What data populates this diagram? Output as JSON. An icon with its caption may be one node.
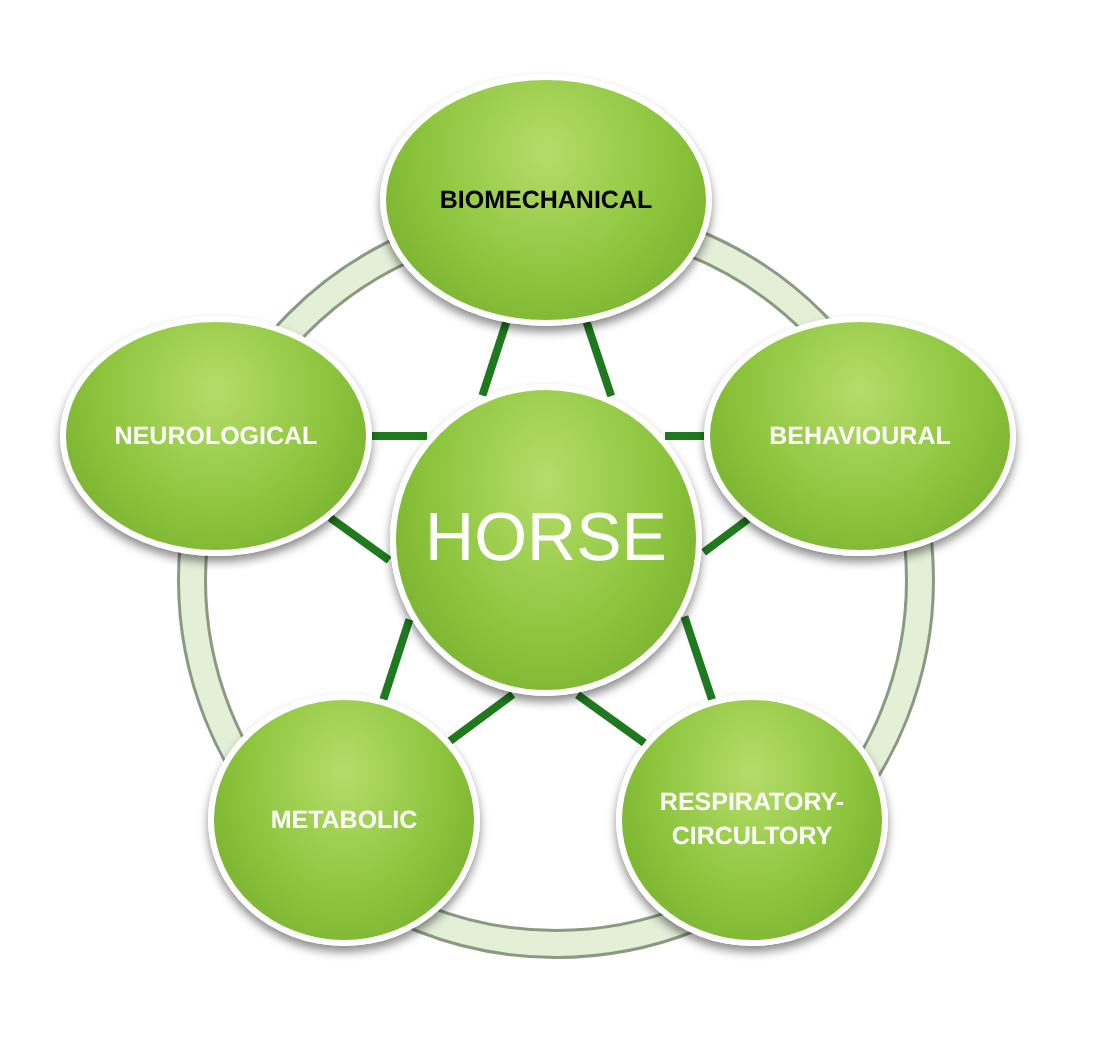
{
  "diagram": {
    "nodes": [
      {
        "text": [
          "BIOMECHANICAL"
        ]
      },
      {
        "text": [
          "NEUROLOGICAL"
        ]
      },
      {
        "text": [
          "HORSE"
        ]
      },
      {
        "text": [
          "BEHAVIOURAL"
        ]
      },
      {
        "text": [
          "METABOLIC"
        ]
      },
      {
        "text": [
          "RESPIRATORY-CIRCULTORY"
        ]
      }
    ],
    "edges": [
      {
        "from": 0,
        "to": 2,
        "arrow": "none"
      },
      {
        "from": 0,
        "to": 2,
        "arrow": "none"
      },
      {
        "from": 1,
        "to": 2,
        "arrow": "none"
      },
      {
        "from": 1,
        "to": 2,
        "arrow": "none"
      },
      {
        "from": 3,
        "to": 2,
        "arrow": "none"
      },
      {
        "from": 3,
        "to": 2,
        "arrow": "none"
      },
      {
        "from": 4,
        "to": 2,
        "arrow": "none"
      },
      {
        "from": 4,
        "to": 2,
        "arrow": "none"
      },
      {
        "from": 5,
        "to": 2,
        "arrow": "none"
      },
      {
        "from": 5,
        "to": 2,
        "arrow": "none"
      }
    ]
  }
}
